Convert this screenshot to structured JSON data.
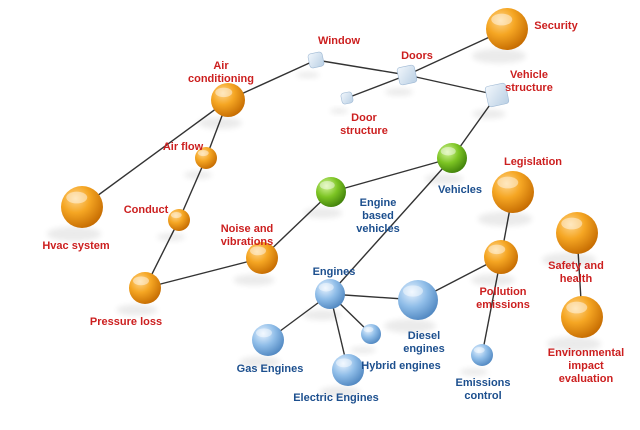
{
  "colors": {
    "orange": "#f39c12",
    "blue": "#7fb2e0",
    "green": "#6fba1e",
    "gray": "#c8d9ea",
    "line": "#333333",
    "label_red": "#cc1f1f",
    "label_blue": "#1c4f8e"
  },
  "nodes": [
    {
      "id": "security",
      "color": "orange",
      "lines": [
        "Security"
      ]
    },
    {
      "id": "window",
      "color": "gray",
      "lines": [
        "Window"
      ]
    },
    {
      "id": "doors",
      "color": "gray",
      "lines": [
        "Doors"
      ]
    },
    {
      "id": "door-structure",
      "color": "gray",
      "lines": [
        "Door",
        "structure"
      ]
    },
    {
      "id": "vehicle-structure",
      "color": "gray",
      "lines": [
        "Vehicle",
        "structure"
      ]
    },
    {
      "id": "air-conditioning",
      "color": "orange",
      "lines": [
        "Air",
        "conditioning"
      ]
    },
    {
      "id": "air-flow",
      "color": "orange",
      "lines": [
        "Air flow"
      ]
    },
    {
      "id": "conduct",
      "color": "orange",
      "lines": [
        "Conduct"
      ]
    },
    {
      "id": "hvac-system",
      "color": "orange",
      "lines": [
        "Hvac system"
      ]
    },
    {
      "id": "pressure-loss",
      "color": "orange",
      "lines": [
        "Pressure loss"
      ]
    },
    {
      "id": "noise-and-vibrations",
      "color": "orange",
      "lines": [
        "Noise and",
        "vibrations"
      ]
    },
    {
      "id": "vehicles",
      "color": "green",
      "lines": [
        "Vehicles"
      ]
    },
    {
      "id": "engine-based-vehicles",
      "color": "green",
      "lines": [
        "Engine",
        "based",
        "vehicles"
      ]
    },
    {
      "id": "legislation",
      "color": "orange",
      "lines": [
        "Legislation"
      ]
    },
    {
      "id": "pollution-emissions",
      "color": "orange",
      "lines": [
        "Pollution",
        "emissions"
      ]
    },
    {
      "id": "safety-and-health",
      "color": "orange",
      "lines": [
        "Safety and",
        "health"
      ]
    },
    {
      "id": "environmental-impact-evaluation",
      "color": "orange",
      "lines": [
        "Environmental",
        "impact",
        "evaluation"
      ]
    },
    {
      "id": "engines",
      "color": "blue",
      "lines": [
        "Engines"
      ]
    },
    {
      "id": "diesel-engines",
      "color": "blue",
      "lines": [
        "Diesel",
        "engines"
      ]
    },
    {
      "id": "hybrid-engines",
      "color": "blue",
      "lines": [
        "Hybrid engines"
      ]
    },
    {
      "id": "gas-engines",
      "color": "blue",
      "lines": [
        "Gas Engines"
      ]
    },
    {
      "id": "electric-engines",
      "color": "blue",
      "lines": [
        "Electric Engines"
      ]
    },
    {
      "id": "emissions-control",
      "color": "blue",
      "lines": [
        "Emissions",
        "control"
      ]
    }
  ],
  "edges": [
    [
      "window",
      "air-conditioning"
    ],
    [
      "window",
      "doors"
    ],
    [
      "doors",
      "security"
    ],
    [
      "doors",
      "vehicle-structure"
    ],
    [
      "doors",
      "door-structure"
    ],
    [
      "vehicle-structure",
      "vehicles"
    ],
    [
      "air-conditioning",
      "hvac-system"
    ],
    [
      "air-conditioning",
      "air-flow"
    ],
    [
      "air-flow",
      "conduct"
    ],
    [
      "conduct",
      "pressure-loss"
    ],
    [
      "pressure-loss",
      "noise-and-vibrations"
    ],
    [
      "noise-and-vibrations",
      "engine-based-vehicles"
    ],
    [
      "engine-based-vehicles",
      "vehicles"
    ],
    [
      "vehicles",
      "engines"
    ],
    [
      "engines",
      "gas-engines"
    ],
    [
      "engines",
      "electric-engines"
    ],
    [
      "engines",
      "hybrid-engines"
    ],
    [
      "engines",
      "diesel-engines"
    ],
    [
      "diesel-engines",
      "pollution-emissions"
    ],
    [
      "pollution-emissions",
      "legislation"
    ],
    [
      "pollution-emissions",
      "emissions-control"
    ],
    [
      "safety-and-health",
      "environmental-impact-evaluation"
    ]
  ]
}
